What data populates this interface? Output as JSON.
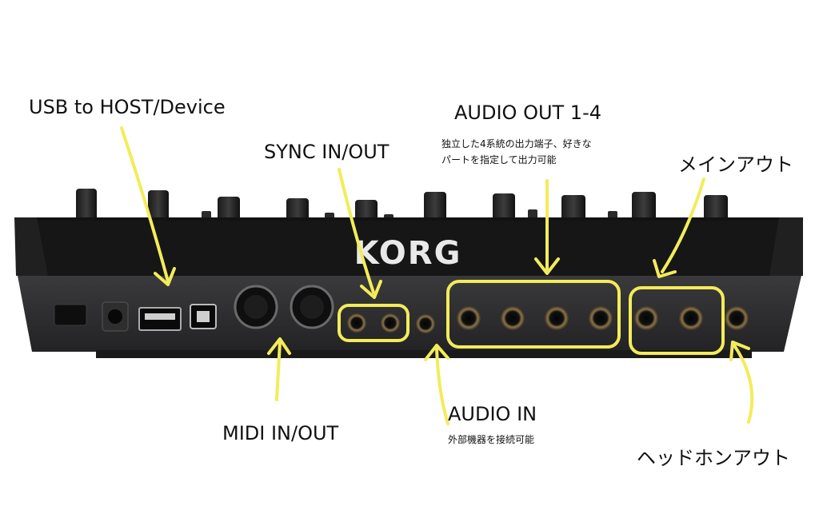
{
  "labels": {
    "usb": "USB to HOST/Device",
    "sync": "SYNC IN/OUT",
    "audio_out": "AUDIO OUT 1-4",
    "audio_out_desc_1": "独立した4系統の出力端子、好きな",
    "audio_out_desc_2": "パートを指定して出力可能",
    "main_out": "メインアウト",
    "midi": "MIDI IN/OUT",
    "audio_in": "AUDIO IN",
    "audio_in_desc": "外部機器を接続可能",
    "headphone": "ヘッドホンアウト"
  },
  "device": {
    "brand": "KORG"
  },
  "colors": {
    "annotation": "#f3ec5a",
    "device_body": "#1d1d1f",
    "panel": "#2b2b2d",
    "brand_text": "#e9e9ea"
  }
}
